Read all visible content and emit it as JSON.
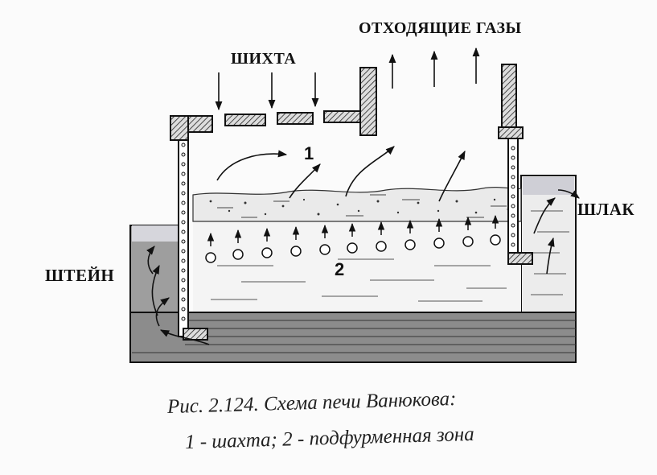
{
  "labels": {
    "charge": "ШИХТА",
    "off_gases": "ОТХОДЯЩИЕ ГАЗЫ",
    "slag": "ШЛАК",
    "matte": "ШТЕЙН",
    "zone_1": "1",
    "zone_2": "2"
  },
  "caption": {
    "line1": "Рис. 2.124. Схема печи Ванюкова:",
    "line2": "1 - шахта; 2 - подфурменная зона"
  }
}
